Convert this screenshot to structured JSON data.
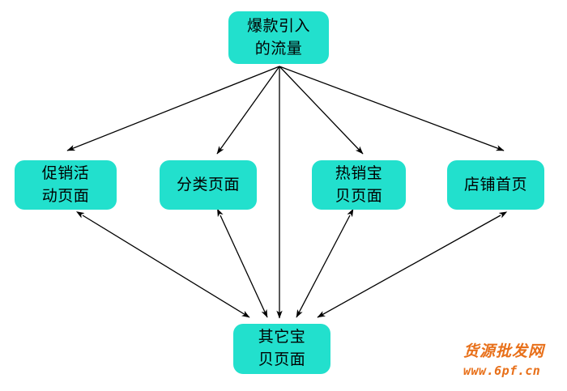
{
  "diagram": {
    "type": "flow-diagram",
    "background_color": "#ffffff",
    "node_fill_color": "#22E0CD",
    "node_text_color": "#000000",
    "edge_color": "#000000",
    "nodes": [
      {
        "id": "top",
        "lines": [
          "爆款引入",
          "的流量"
        ],
        "full_text": "爆款引入的流量",
        "level": "top"
      },
      {
        "id": "promo",
        "lines": [
          "促销活",
          "动页面"
        ],
        "full_text": "促销活动页面",
        "level": "middle"
      },
      {
        "id": "category",
        "lines": [
          "分类页面"
        ],
        "full_text": "分类页面",
        "level": "middle"
      },
      {
        "id": "hot",
        "lines": [
          "热销宝",
          "贝页面"
        ],
        "full_text": "热销宝贝页面",
        "level": "middle"
      },
      {
        "id": "home",
        "lines": [
          "店铺首页"
        ],
        "full_text": "店铺首页",
        "level": "middle"
      },
      {
        "id": "other",
        "lines": [
          "其它宝",
          "贝页面"
        ],
        "full_text": "其它宝贝页面",
        "level": "bottom"
      }
    ],
    "edges": [
      {
        "from": "top",
        "to": "promo",
        "style": "single-arrow"
      },
      {
        "from": "top",
        "to": "category",
        "style": "single-arrow"
      },
      {
        "from": "top",
        "to": "other",
        "style": "single-arrow"
      },
      {
        "from": "top",
        "to": "hot",
        "style": "single-arrow"
      },
      {
        "from": "top",
        "to": "home",
        "style": "single-arrow"
      },
      {
        "from": "promo",
        "to": "other",
        "style": "double-arrow"
      },
      {
        "from": "category",
        "to": "other",
        "style": "double-arrow"
      },
      {
        "from": "hot",
        "to": "other",
        "style": "double-arrow"
      },
      {
        "from": "home",
        "to": "other",
        "style": "double-arrow"
      }
    ]
  },
  "watermark": {
    "site_name": "货源批发网",
    "url": "www.6pf.cn",
    "color": "#E8701A"
  }
}
